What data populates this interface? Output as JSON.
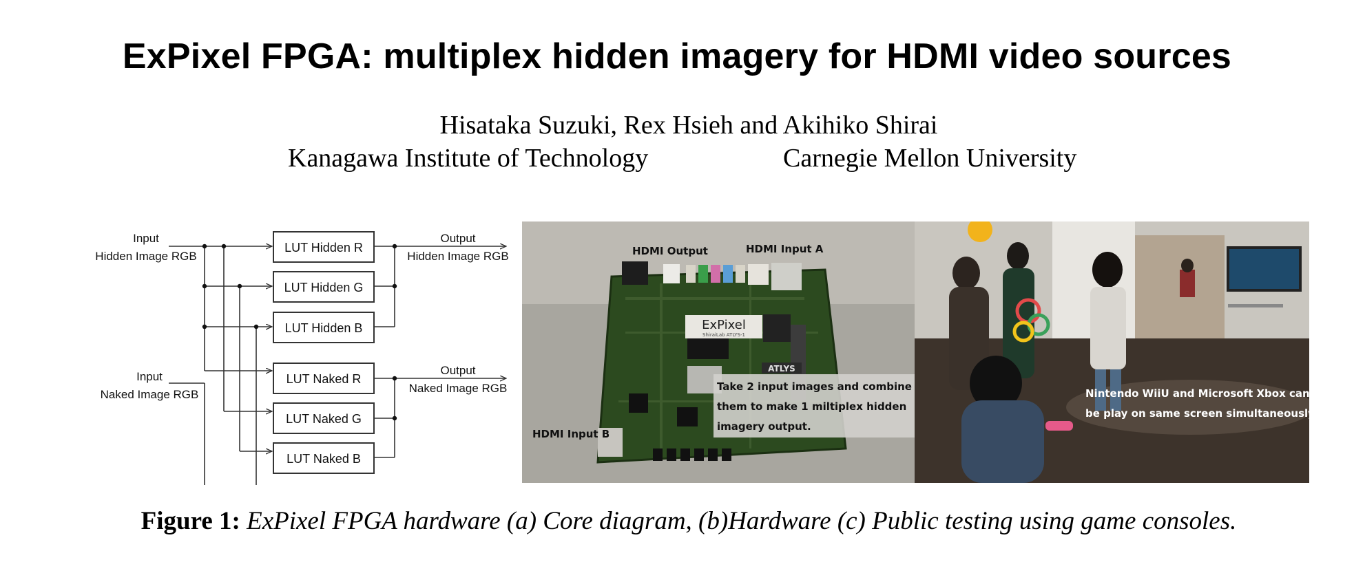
{
  "paper": {
    "title": "ExPixel FPGA: multiplex hidden imagery for HDMI video sources",
    "authors": "Hisataka Suzuki, Rex Hsieh and Akihiko Shirai",
    "affiliations": [
      "Kanagawa Institute of Technology",
      "Carnegie Mellon University"
    ]
  },
  "diagram": {
    "input_hidden_line1": "Input",
    "input_hidden_line2": "Hidden Image RGB",
    "input_naked_line1": "Input",
    "input_naked_line2": "Naked Image RGB",
    "output_hidden_line1": "Output",
    "output_hidden_line2": "Hidden Image RGB",
    "output_naked_line1": "Output",
    "output_naked_line2": "Naked Image RGB",
    "luts": [
      "LUT Hidden R",
      "LUT Hidden G",
      "LUT Hidden B",
      "LUT Naked R",
      "LUT Naked G",
      "LUT Naked B"
    ]
  },
  "photo_board": {
    "label_hdmi_output": "HDMI Output",
    "label_hdmi_input_a": "HDMI Input A",
    "label_hdmi_input_b": "HDMI Input B",
    "board_label": "ExPixel",
    "board_sublabel": "ShiraiLab ATLYS-1",
    "board_brand": "ATLYS",
    "note_line1": "Take 2 input images and combine",
    "note_line2": "them to make 1 miltiplex hidden",
    "note_line3": "imagery output."
  },
  "photo_test": {
    "note_line1": "Nintendo WiiU and Microsoft Xbox can",
    "note_line2": "be play on same screen simultaneously."
  },
  "caption": {
    "label": "Figure 1:",
    "text": " ExPixel FPGA hardware (a) Core diagram, (b)Hardware (c) Public testing using game consoles."
  }
}
